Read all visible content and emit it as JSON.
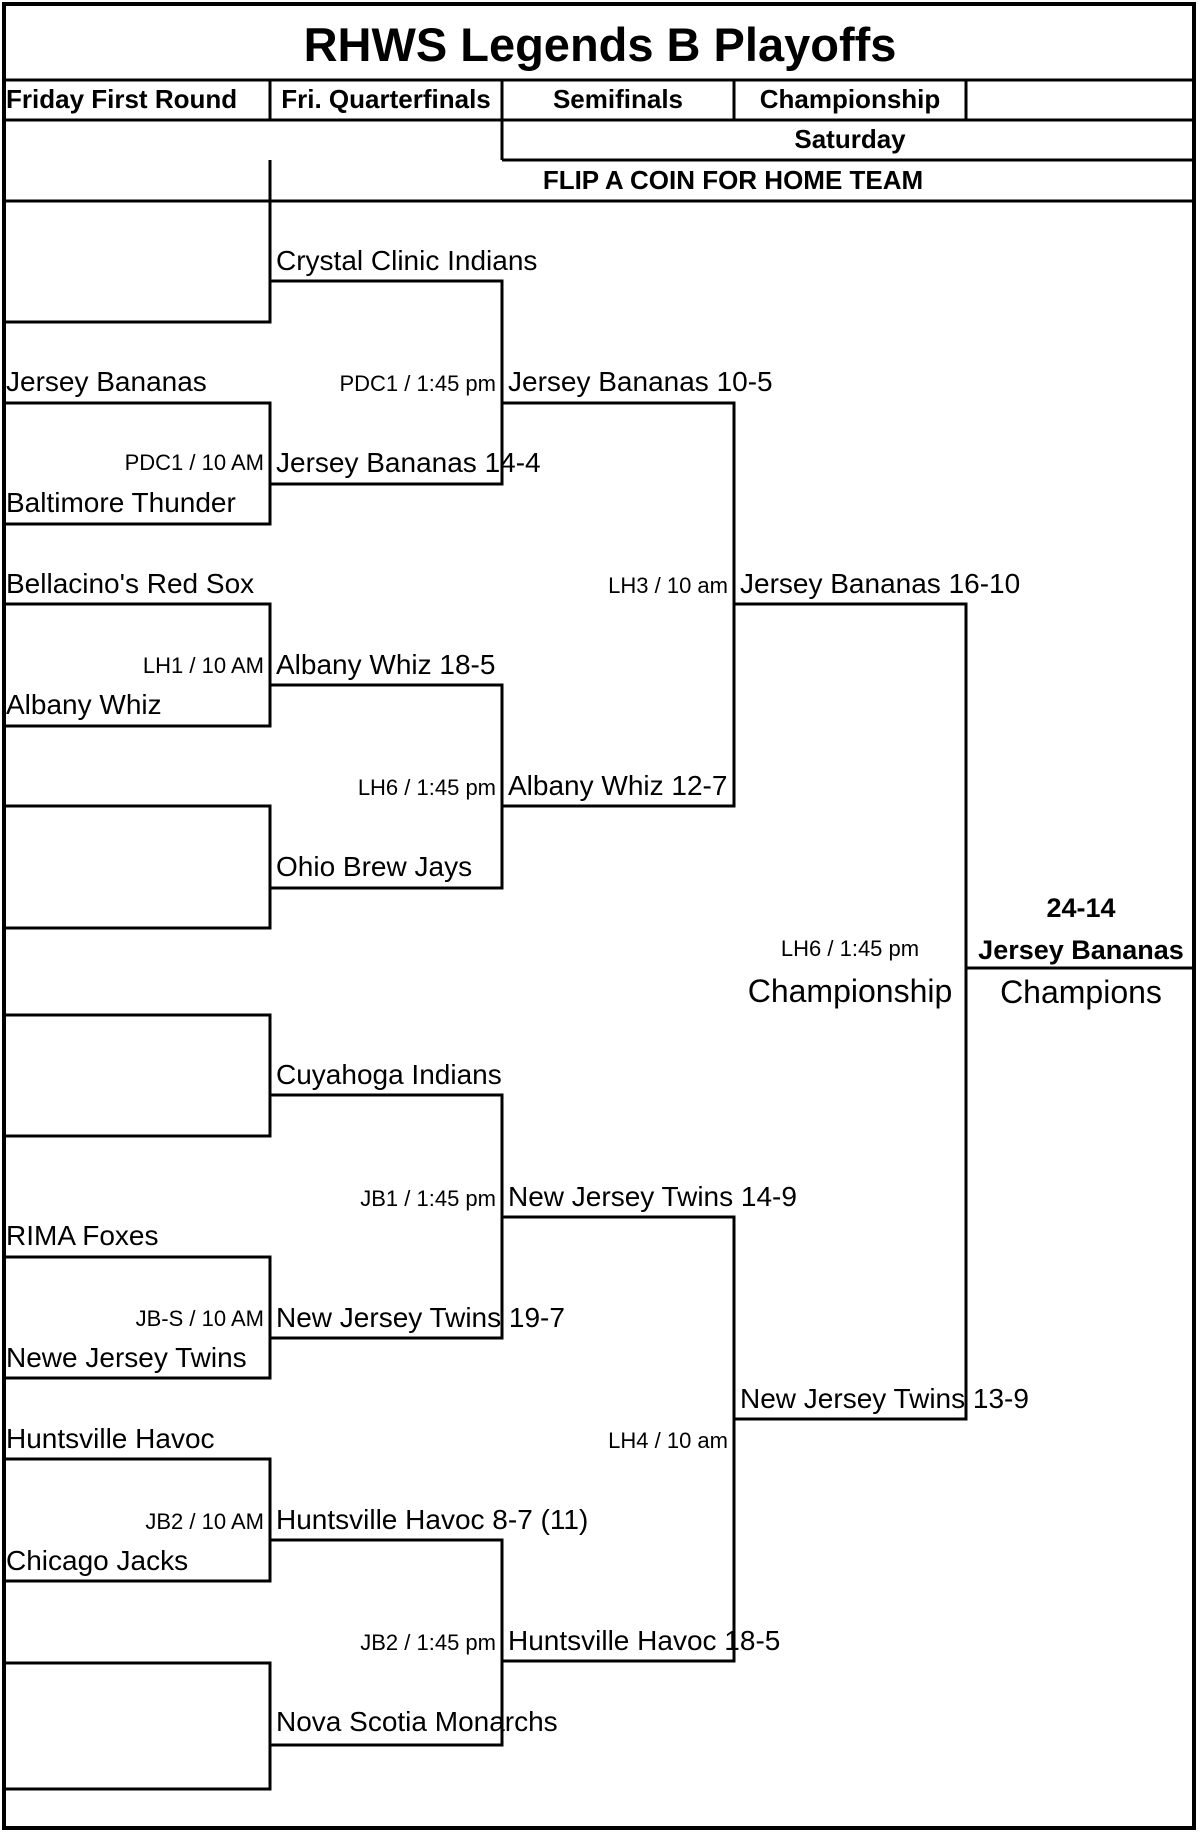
{
  "header": {
    "title": "RHWS Legends B Playoffs",
    "round1": "Friday First Round",
    "quarterfinals": "Fri. Quarterfinals",
    "semifinals": "Semifinals",
    "championship": "Championship",
    "day": "Saturday",
    "coin": "FLIP A COIN FOR HOME TEAM"
  },
  "first_round": {
    "jersey_bananas": "Jersey Bananas",
    "baltimore_thunder": "Baltimore Thunder",
    "game_pdc1_10am": "PDC1 / 10 AM",
    "bellacinos_red_sox": "Bellacino's Red Sox",
    "albany_whiz": "Albany Whiz",
    "game_lh1_10am": "LH1 / 10 AM",
    "rima_foxes": "RIMA Foxes",
    "newe_jersey_twins": "Newe Jersey Twins",
    "game_jbs_10am": "JB-S / 10 AM",
    "huntsville_havoc": "Huntsville Havoc",
    "chicago_jacks": "Chicago Jacks",
    "game_jb2_10am": "JB2 / 10 AM"
  },
  "quarterfinals": {
    "crystal_clinic_indians": "Crystal Clinic Indians",
    "jersey_bananas_result": "Jersey Bananas 14-4",
    "albany_whiz_result": "Albany Whiz 18-5",
    "ohio_brew_jays": "Ohio Brew Jays",
    "cuyahoga_indians": "Cuyahoga Indians",
    "new_jersey_twins_result": "New Jersey Twins 19-7",
    "huntsville_havoc_result": "Huntsville Havoc 8-7 (11)",
    "nova_scotia_monarchs": "Nova Scotia Monarchs",
    "game_pdc1_145": "PDC1 / 1:45 pm",
    "game_lh6_145": "LH6 / 1:45 pm",
    "game_jb1_145": "JB1 / 1:45 pm",
    "game_jb2_145": "JB2 / 1:45 pm"
  },
  "semifinals": {
    "jersey_bananas_result": "Jersey Bananas 10-5",
    "albany_whiz_result": "Albany Whiz 12-7",
    "new_jersey_twins_result": "New Jersey Twins 14-9",
    "huntsville_havoc_result": "Huntsville Havoc 18-5",
    "game_lh3_10am": "LH3 / 10 am",
    "game_lh4_10am": "LH4 / 10 am"
  },
  "finals": {
    "jersey_bananas_result": "Jersey Bananas 16-10",
    "new_jersey_twins_result": "New Jersey Twins 13-9",
    "game_lh6_145": "LH6 / 1:45 pm",
    "championship_label": "Championship"
  },
  "champion": {
    "score": "24-14",
    "team": "Jersey Bananas",
    "label": "Champions"
  }
}
